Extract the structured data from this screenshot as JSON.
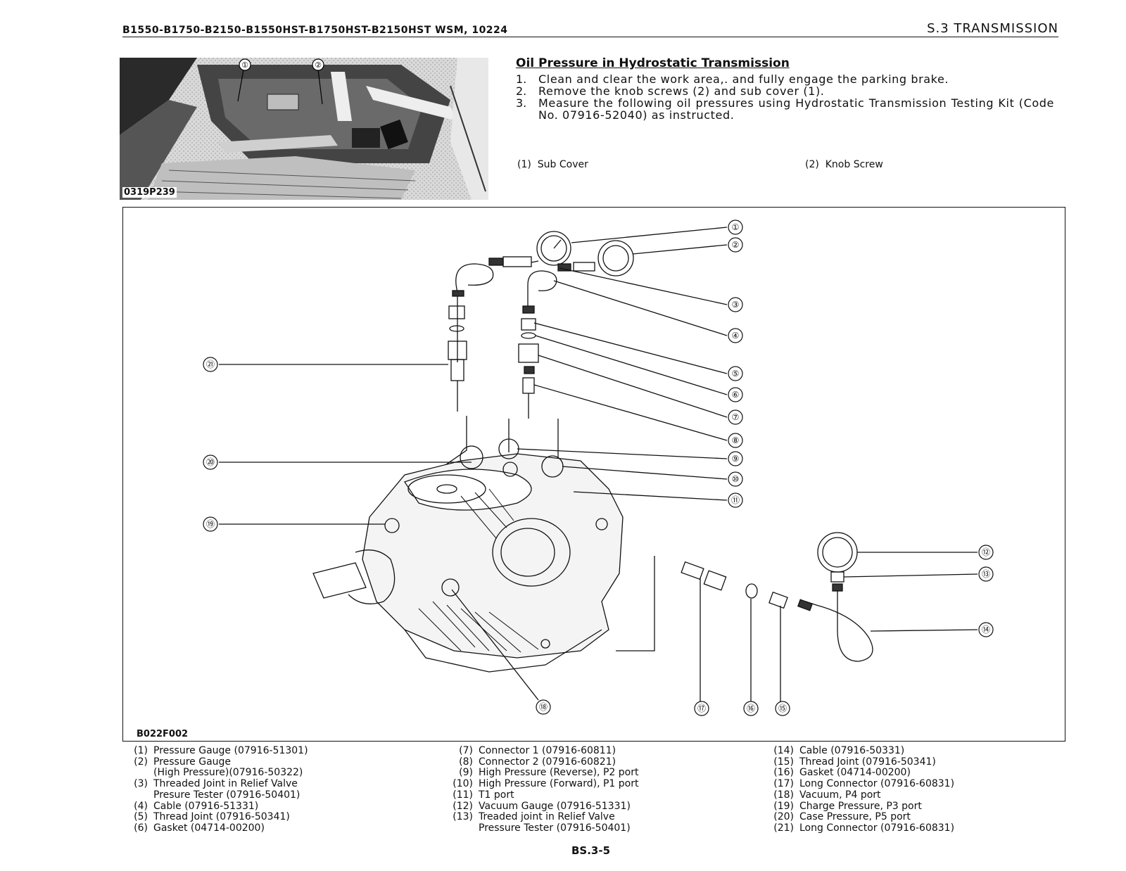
{
  "header": {
    "model_line": "B1550-B1750-B2150-B1550HST-B1750HST-B2150HST   WSM, 10224",
    "section": "S.3  TRANSMISSION"
  },
  "photo": {
    "id": "0319P239",
    "callouts": [
      "①",
      "②"
    ]
  },
  "section": {
    "title": "Oil Pressure in Hydrostatic Transmission",
    "steps": [
      {
        "num": "1.",
        "text": "Clean and clear the work area,. and fully engage the parking brake."
      },
      {
        "num": "2.",
        "text": "Remove the knob screws (2) and sub cover (1)."
      },
      {
        "num": "3.",
        "text": "Measure the following oil pressures using Hydrostatic Transmission Testing Kit (Code No. 07916-52040) as instructed."
      }
    ],
    "legend": [
      {
        "num": "(1)",
        "label": "Sub Cover"
      },
      {
        "num": "(2)",
        "label": "Knob Screw"
      }
    ]
  },
  "figure": {
    "id": "B022F002",
    "callouts": [
      "①",
      "②",
      "③",
      "④",
      "⑤",
      "⑥",
      "⑦",
      "⑧",
      "⑨",
      "⑩",
      "⑪",
      "⑫",
      "⑬",
      "⑭",
      "⑮",
      "⑯",
      "⑰",
      "⑱",
      "⑲",
      "⑳",
      "㉑"
    ]
  },
  "parts": {
    "col1": [
      {
        "num": "(1)",
        "label": "Pressure Gauge (07916-51301)"
      },
      {
        "num": "(2)",
        "label": "Pressure Gauge"
      },
      {
        "num": "",
        "label": "(High Pressure)(07916-50322)"
      },
      {
        "num": "(3)",
        "label": "Threaded Joint in Relief Valve"
      },
      {
        "num": "",
        "label": "Presure Tester (07916-50401)"
      },
      {
        "num": "(4)",
        "label": "Cable (07916-51331)"
      },
      {
        "num": "(5)",
        "label": "Thread Joint (07916-50341)"
      },
      {
        "num": "(6)",
        "label": "Gasket (04714-00200)"
      }
    ],
    "col2": [
      {
        "num": "(7)",
        "label": "Connector 1 (07916-60811)"
      },
      {
        "num": "(8)",
        "label": "Connector 2 (07916-60821)"
      },
      {
        "num": "(9)",
        "label": "High Pressure (Reverse), P2 port"
      },
      {
        "num": "(10)",
        "label": "High Pressure (Forward), P1 port"
      },
      {
        "num": "(11)",
        "label": "T1 port"
      },
      {
        "num": "(12)",
        "label": "Vacuum Gauge (07916-51331)"
      },
      {
        "num": "(13)",
        "label": "Treaded joint in Relief Valve"
      },
      {
        "num": "",
        "label": "Pressure Tester (07916-50401)"
      }
    ],
    "col3": [
      {
        "num": "(14)",
        "label": "Cable (07916-50331)"
      },
      {
        "num": "(15)",
        "label": "Thread Joint (07916-50341)"
      },
      {
        "num": "(16)",
        "label": "Gasket (04714-00200)"
      },
      {
        "num": "(17)",
        "label": "Long Connector (07916-60831)"
      },
      {
        "num": "(18)",
        "label": "Vacuum, P4 port"
      },
      {
        "num": "(19)",
        "label": "Charge Pressure, P3 port"
      },
      {
        "num": "(20)",
        "label": "Case Pressure, P5 port"
      },
      {
        "num": "(21)",
        "label": "Long Connector (07916-60831)"
      }
    ]
  },
  "page_number": "BS.3-5"
}
